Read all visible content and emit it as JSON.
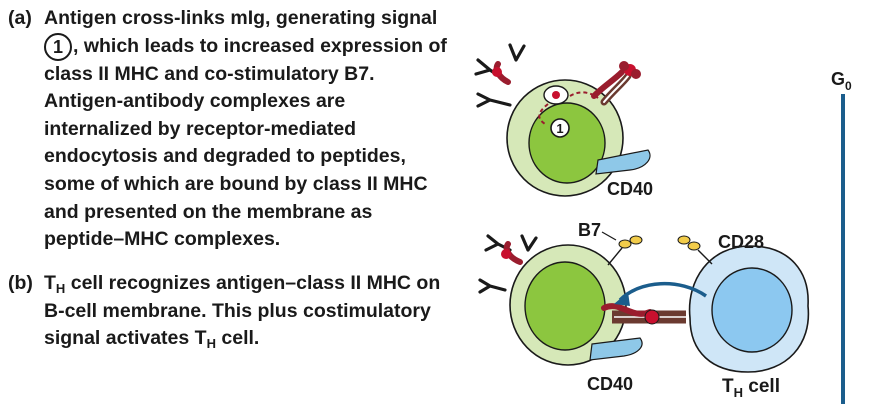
{
  "panel_a": {
    "label": "(a)",
    "line1": "Antigen cross-links mIg, generating signal",
    "signal_number": "1",
    "line2_rest": ", which leads to increased expression of",
    "line3": "class II MHC and co-stimulatory B7.",
    "line4": "Antigen-antibody complexes are",
    "line5": "internalized by receptor-mediated",
    "line6": "endocytosis and degraded to peptides,",
    "line7": "some of which are bound by class II MHC",
    "line8": "and presented on the membrane as",
    "line9": "peptide–MHC complexes."
  },
  "panel_b": {
    "label": "(b)",
    "line1_pre": "T",
    "line1_sub": "H",
    "line1_rest": " cell recognizes antigen–class II MHC on",
    "line2": "B-cell membrane. This plus costimulatory",
    "line3_pre": "signal activates T",
    "line3_sub": "H",
    "line3_rest": " cell."
  },
  "diagram": {
    "signal_marker": "1",
    "cd40_top": "CD40",
    "cd40_bottom": "CD40",
    "b7": "B7",
    "cd28": "CD28",
    "th_pre": "T",
    "th_sub": "H",
    "th_rest": " cell",
    "g0_main": "G",
    "g0_sub": "0"
  },
  "colors": {
    "cell_outer": "#d6e8b8",
    "nucleus": "#8cc63f",
    "th_outer": "#cfe6f7",
    "th_nucleus": "#8cc8f0",
    "mhc": "#9a1d2e",
    "tcr": "#6b3a30",
    "antigen": "#c8102e",
    "b7": "#f2cc4a",
    "cd40": "#8ec8e8",
    "arrow_blue": "#1b5d8c",
    "timeline": "#1b5d8c"
  }
}
